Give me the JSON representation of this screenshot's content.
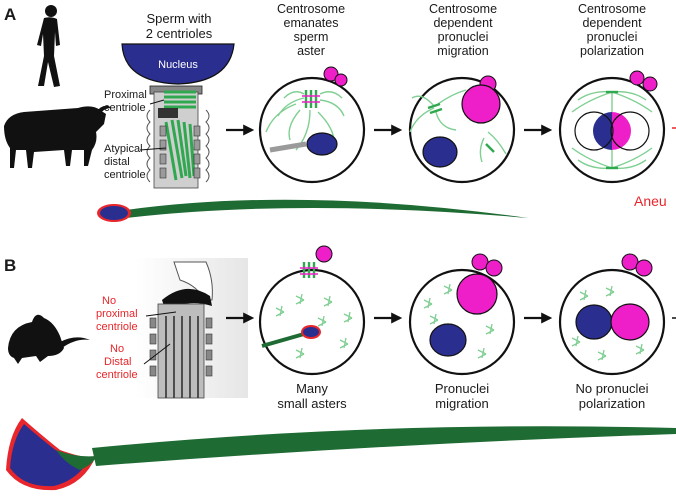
{
  "panel_a": {
    "letter": "A",
    "sperm_title": [
      "Sperm with",
      "2 centrioles"
    ],
    "nucleus_label": "Nucleus",
    "proximal_label": [
      "Proximal",
      "centriole"
    ],
    "distal_label": [
      "Atypical",
      "distal",
      "centriole"
    ],
    "step1_title": [
      "Centrosome",
      "emanates",
      "sperm",
      "aster"
    ],
    "step2_title": [
      "Centrosome",
      "dependent",
      "pronuclei",
      "migration"
    ],
    "step3_title": [
      "Centrosome",
      "dependent",
      "pronuclei",
      "polarization"
    ],
    "edge_text": "Aneu"
  },
  "panel_b": {
    "letter": "B",
    "no_proximal_label": [
      "No",
      "proximal",
      "centriole"
    ],
    "no_distal_label": [
      "No",
      "Distal",
      "centriole"
    ],
    "step1_caption": [
      "Many",
      "small asters"
    ],
    "step2_caption": [
      "Pronuclei",
      "migration"
    ],
    "step3_caption": [
      "No pronuclei",
      "polarization"
    ]
  },
  "colors": {
    "nucleus_blue": "#2a2f8f",
    "polar_magenta": "#ee1fc8",
    "centriole_green": "#2fa84f",
    "aster_green": "#7fcf92",
    "tail_green": "#1f6b34",
    "label_red": "#e8262b"
  }
}
